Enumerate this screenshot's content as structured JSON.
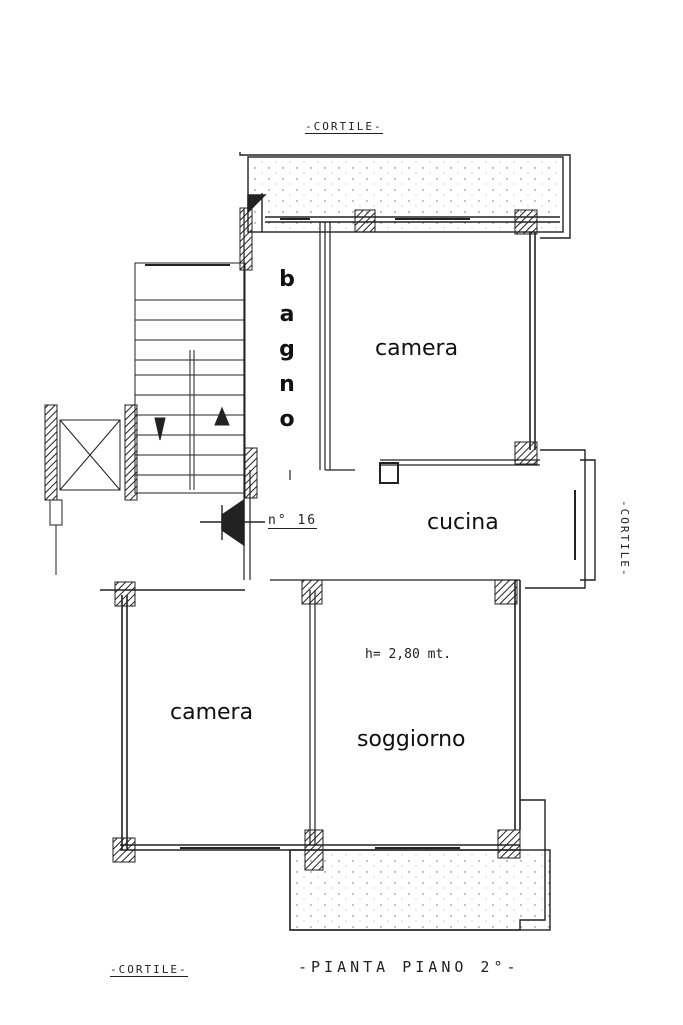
{
  "rooms": {
    "camera_top": "camera",
    "bagno_letters": [
      "b",
      "a",
      "g",
      "n",
      "o"
    ],
    "cucina": "cucina",
    "camera_bottom": "camera",
    "soggiorno": "soggiorno"
  },
  "annotations": {
    "unit_number": "n° 16",
    "height": "h= 2,80 mt.",
    "cortile_top": "-CORTILE-",
    "cortile_right": "-CORTILE-",
    "cortile_bottom": "-CORTILE-",
    "plan_title": "-PIANTA PIANO 2°-"
  }
}
